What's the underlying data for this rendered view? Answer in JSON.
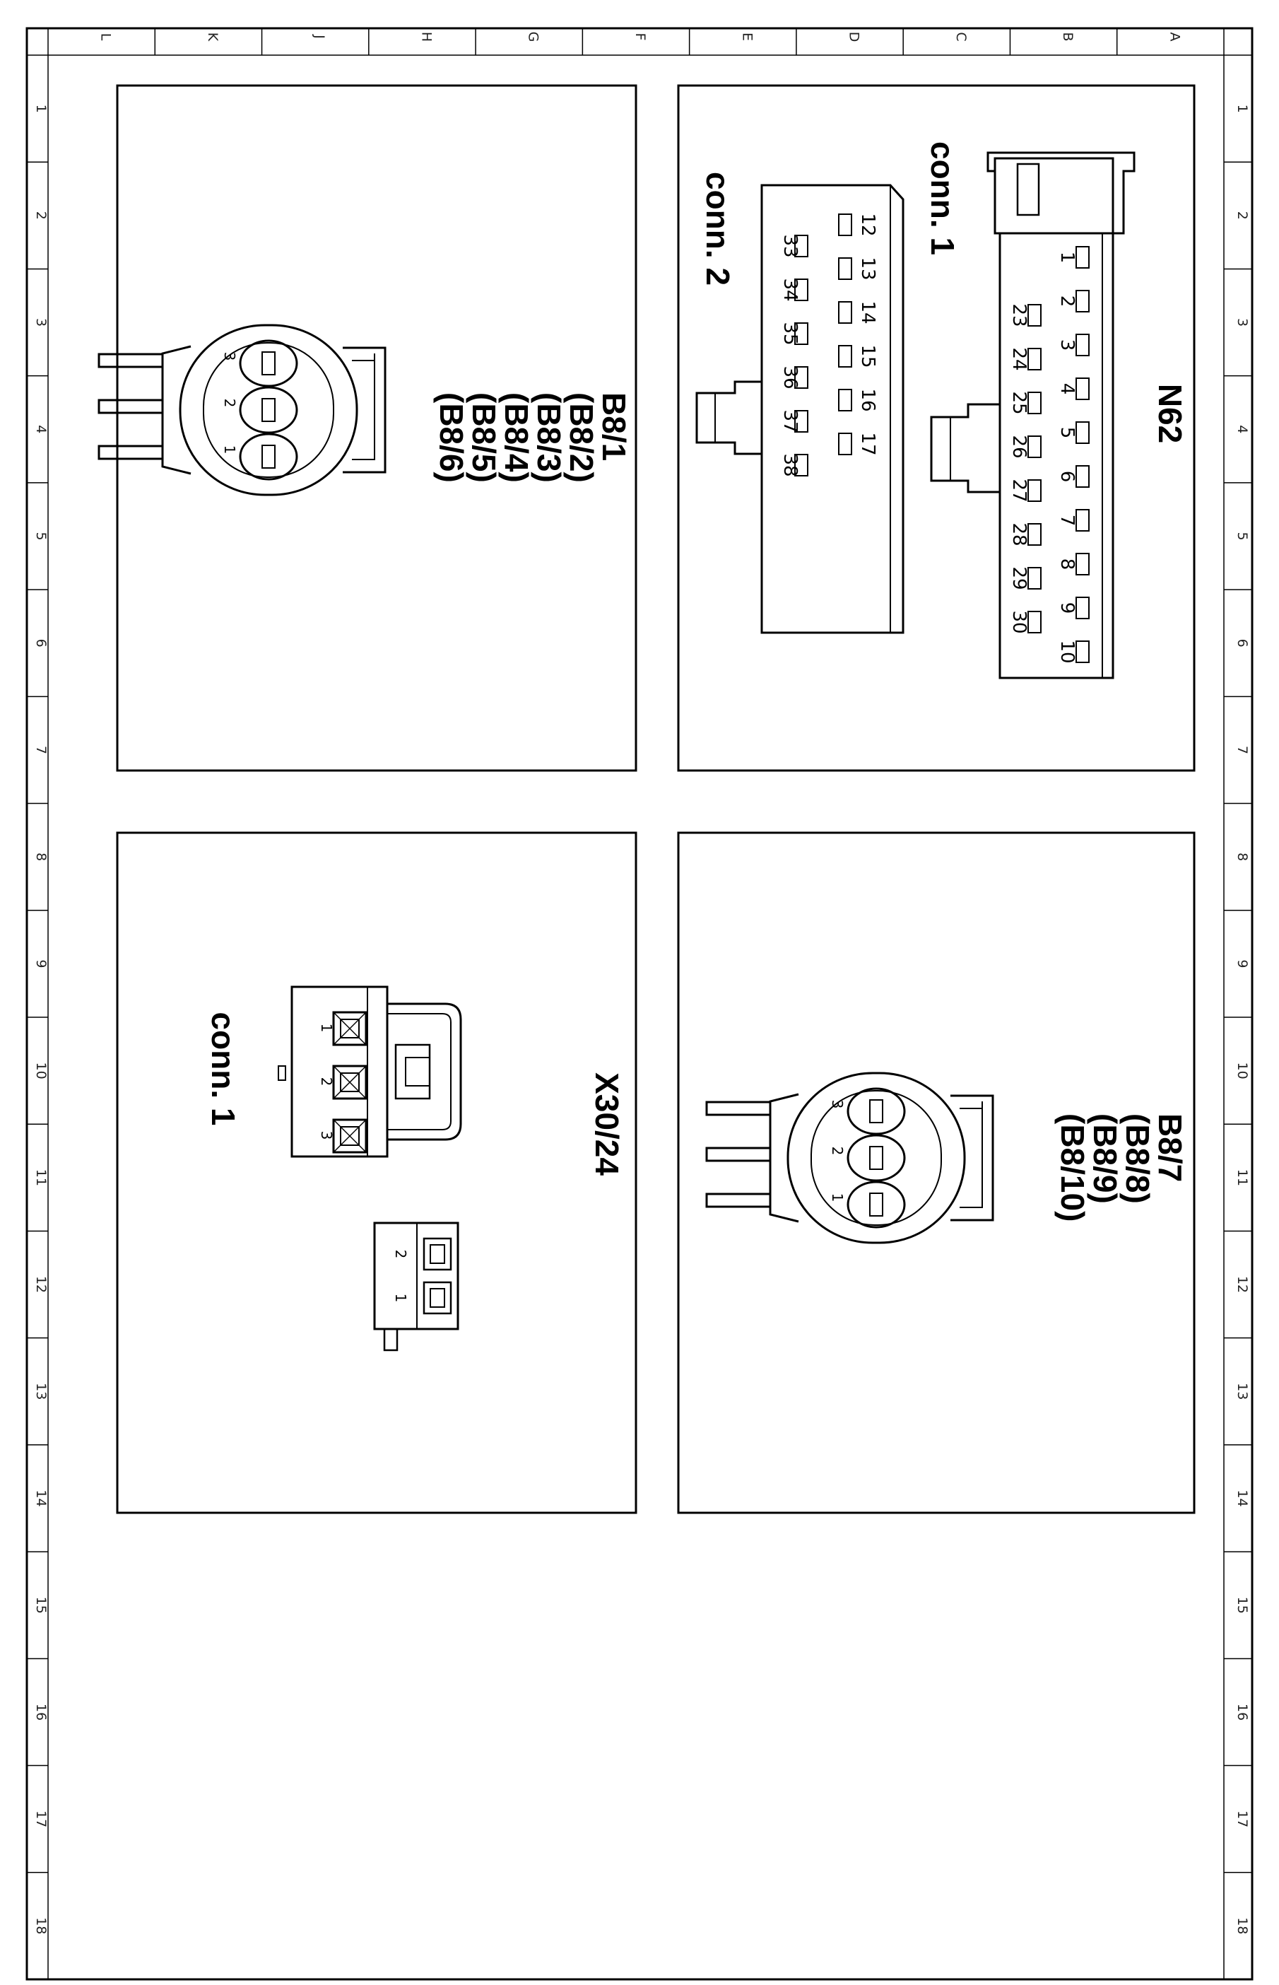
{
  "sheet": {
    "column_letters": [
      "A",
      "B",
      "C",
      "D",
      "E",
      "F",
      "G",
      "H",
      "J",
      "K",
      "L"
    ],
    "row_numbers": [
      "1",
      "2",
      "3",
      "4",
      "5",
      "6",
      "7",
      "8",
      "9",
      "10",
      "11",
      "12",
      "13",
      "14",
      "15",
      "16",
      "17",
      "18"
    ]
  },
  "panels": {
    "n62": {
      "title": "N62",
      "conn1_label": "conn. 1",
      "conn2_label": "conn. 2",
      "conn1_row1_pins": [
        "1",
        "2",
        "3",
        "4",
        "5",
        "6",
        "7",
        "8",
        "9",
        "10"
      ],
      "conn1_row2_pins": [
        "23",
        "24",
        "25",
        "26",
        "27",
        "28",
        "29",
        "30"
      ],
      "conn2_row1_pins": [
        "12",
        "13",
        "14",
        "15",
        "16",
        "17"
      ],
      "conn2_row2_pins": [
        "33",
        "34",
        "35",
        "36",
        "37",
        "38"
      ]
    },
    "b8_front": {
      "labels": [
        "B8/1",
        "(B8/2)",
        "(B8/3)",
        "(B8/4)",
        "(B8/5)",
        "(B8/6)"
      ],
      "pins": [
        "1",
        "2",
        "3"
      ]
    },
    "b8_rear": {
      "labels": [
        "B8/7",
        "(B8/8)",
        "(B8/9)",
        "(B8/10)"
      ],
      "pins": [
        "1",
        "2",
        "3"
      ]
    },
    "x30_24": {
      "title": "X30/24",
      "conn1_label": "conn. 1",
      "conn1_pins": [
        "1",
        "2",
        "3"
      ],
      "second_pins": [
        "2",
        "1"
      ]
    }
  }
}
